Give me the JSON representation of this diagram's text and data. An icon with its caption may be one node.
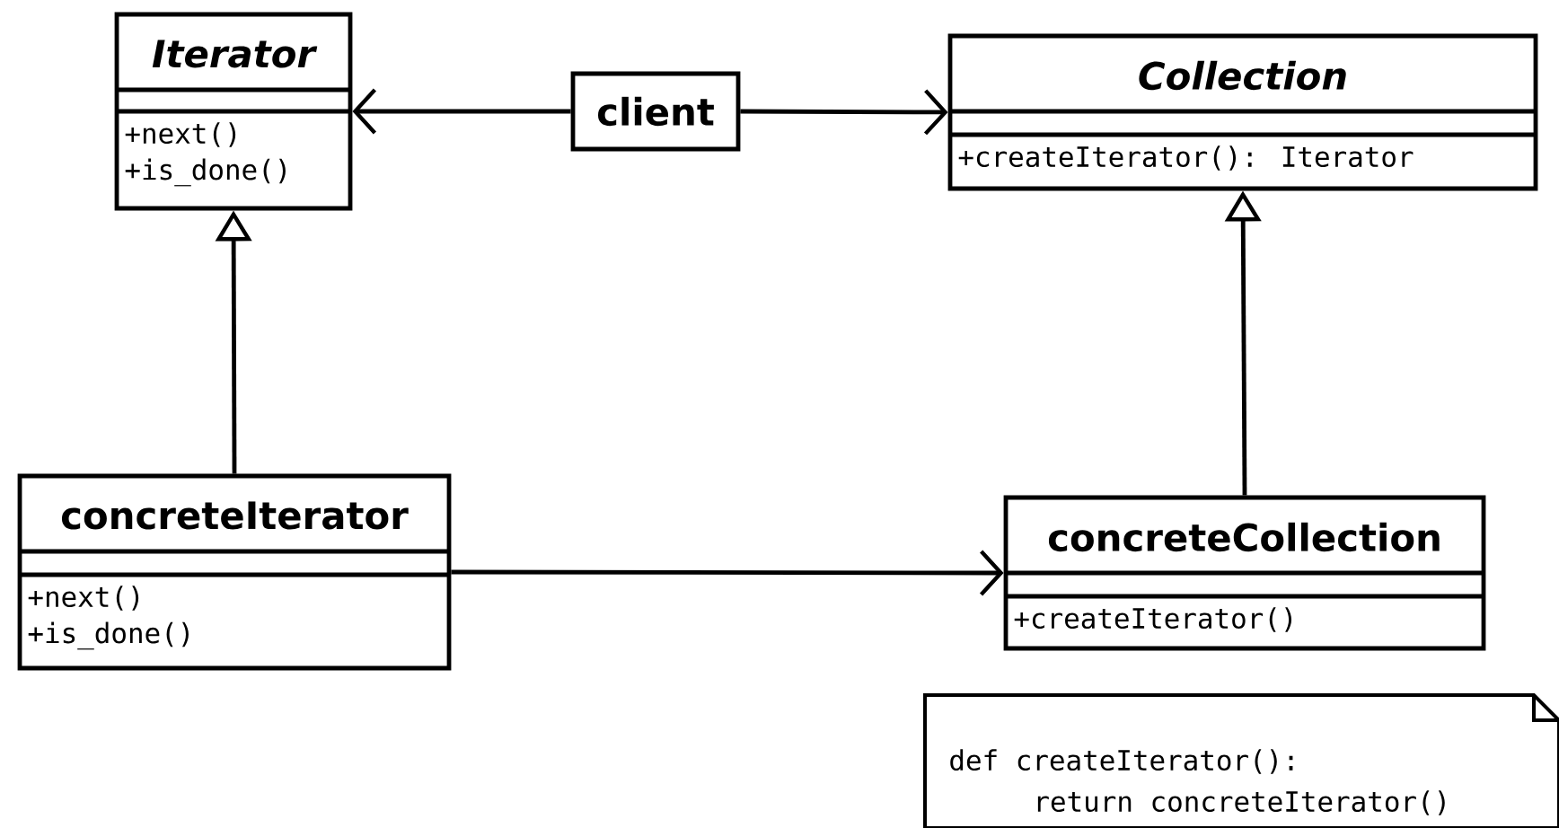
{
  "diagram": {
    "nodes": [
      {
        "text": [
          "Iterator",
          "+next()",
          "+is_done()"
        ]
      },
      {
        "text": [
          "client"
        ]
      },
      {
        "text": [
          "Collection",
          "+createIterator(): Iterator"
        ]
      },
      {
        "text": [
          "concreteIterator",
          "+next()",
          "+is_done()"
        ]
      },
      {
        "text": [
          "concreteCollection",
          "+createIterator()"
        ]
      },
      {
        "text": [
          "def createIterator():",
          "return concreteIterator()"
        ]
      }
    ],
    "edges": [
      {
        "from": 1,
        "to": 0,
        "arrow": "to"
      },
      {
        "from": 1,
        "to": 2,
        "arrow": "to"
      },
      {
        "from": 3,
        "to": 0,
        "arrow": "to"
      },
      {
        "from": 3,
        "to": 4,
        "arrow": "to"
      },
      {
        "from": 4,
        "to": 2,
        "arrow": "to"
      }
    ]
  }
}
